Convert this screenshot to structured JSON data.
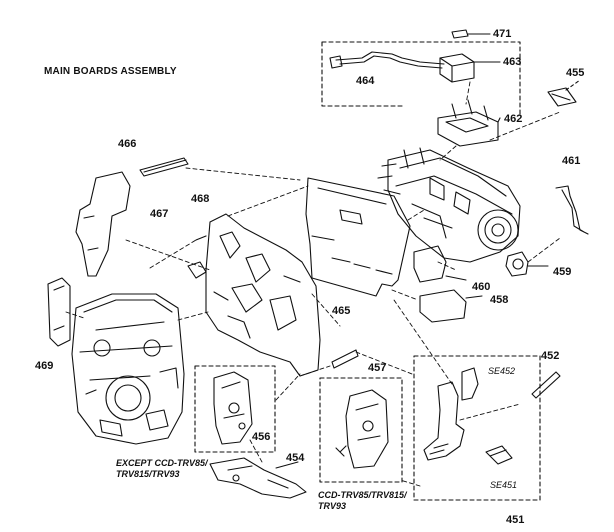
{
  "title": "MAIN BOARDS ASSEMBLY",
  "parts": {
    "p451": "451",
    "p452": "452",
    "p454": "454",
    "p455": "455",
    "p456": "456",
    "p457": "457",
    "p458": "458",
    "p459": "459",
    "p460": "460",
    "p461": "461",
    "p462": "462",
    "p463": "463",
    "p464": "464",
    "p465": "465",
    "p466": "466",
    "p467": "467",
    "p468": "468",
    "p469": "469",
    "p471": "471"
  },
  "se": {
    "se451": "SE451",
    "se452": "SE452"
  },
  "notes": {
    "except_line1": "EXCEPT CCD-TRV85/",
    "except_line2": "TRV815/TRV93",
    "models_line1": "CCD-TRV85/TRV815/",
    "models_line2": "TRV93"
  }
}
